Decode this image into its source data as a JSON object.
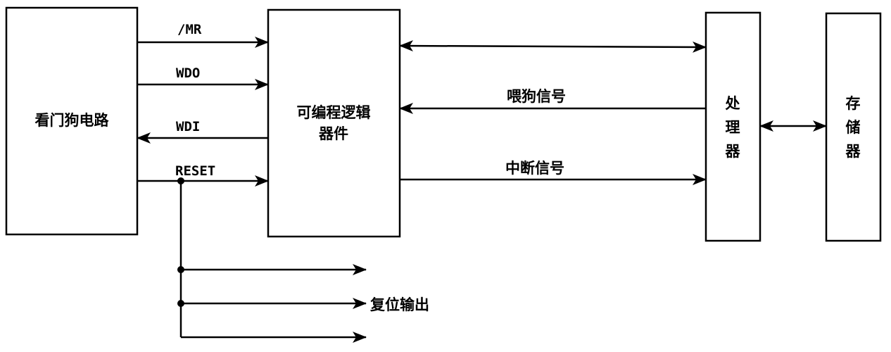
{
  "blocks": {
    "watchdog": "看门狗电路",
    "pld_line1": "可编程逻辑",
    "pld_line2": "器件",
    "processor": [
      "处",
      "理",
      "器"
    ],
    "memory": [
      "存",
      "储",
      "器"
    ]
  },
  "signals": {
    "mr": "/MR",
    "wdo": "WDO",
    "wdi": "WDI",
    "reset": "RESET",
    "feed_dog": "喂狗信号",
    "interrupt": "中断信号",
    "reset_output": "复位输出"
  },
  "colors": {
    "stroke": "#000000",
    "background": "#ffffff"
  }
}
